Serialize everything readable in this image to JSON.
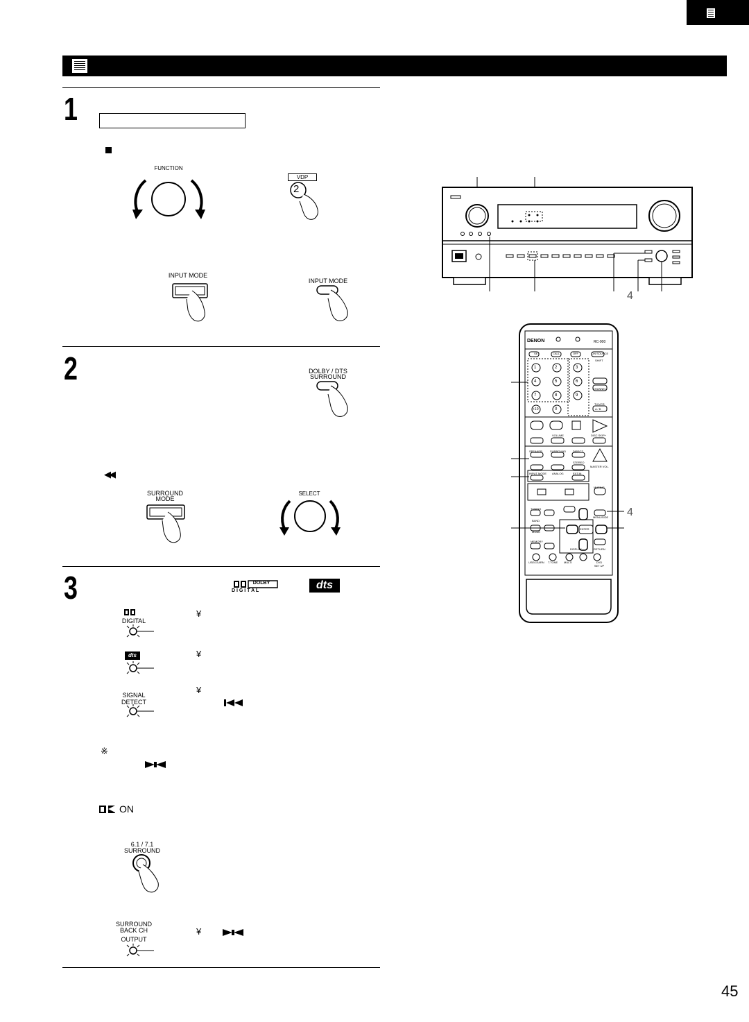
{
  "header": {
    "tab_icon": "language-flag-icon",
    "bar_icon": "section-flag-icon"
  },
  "steps": [
    {
      "number": "1"
    },
    {
      "number": "2"
    },
    {
      "number": "3"
    }
  ],
  "step1": {
    "function_label": "FUNCTION",
    "vdp_label": "VDP",
    "vdp_key": "2",
    "input_mode_left": "INPUT MODE",
    "input_mode_right": "INPUT MODE"
  },
  "step2": {
    "dolby_dts_label": "DOLBY / DTS",
    "surround_label": "SURROUND",
    "rewind_glyph": "◀◀",
    "surround_mode_line1": "SURROUND",
    "surround_mode_line2": "MODE",
    "select_label": "SELECT"
  },
  "step3": {
    "dolby_logo_text": "DOLBY",
    "dolby_digital_text": "D I G I T A L",
    "dts_logo_text": "dts",
    "digital_label": "DIGITAL",
    "yen1": "¥",
    "yen2": "¥",
    "yen3": "¥",
    "signal_label": "SIGNAL",
    "detect_label": "DETECT",
    "note_mark": "※",
    "denon_logo_suffix": "ON",
    "six_one_label": "6.1 / 7.1",
    "six_one_surround": "SURROUND",
    "sbch_line1": "SURROUND",
    "sbch_line2": "BACK CH",
    "sbch_line3": "OUTPUT",
    "yen4": "¥"
  },
  "receiver": {
    "callout_four": "4"
  },
  "remote": {
    "brand": "DENON",
    "model": "RC-900",
    "callout_four": "4",
    "labels": {
      "set": "SET",
      "call": "CALL",
      "off": "OFF",
      "on_source": "ON SOURCE",
      "shift": "SHIFT",
      "channel": "CHANNEL",
      "tvvcr": "TV/VCR",
      "volume": "VOLUME",
      "disc_skip": "DISC SKIP+",
      "speaker": "SPEAKER",
      "surround": "SURROUND",
      "direct": "DIRECT",
      "stereo": "STEREO",
      "master_vol": "MASTER VOL.",
      "input_mode": "INPUT MODE",
      "analog": "ANALOG",
      "ext_in": "EXT.IN",
      "muting": "MUTING",
      "tuning": "TUNING",
      "band": "BAND",
      "mode": "MODE",
      "memory": "MEMORY",
      "enter": "ENTER",
      "display": "DISPLAY",
      "return": "RETURN",
      "use_learn": "USE/LEARN",
      "t_tone": "T.TONE",
      "multi": "MULTI",
      "dvd_setup": "DVD SET UP",
      "menu_side": "MENU/SIDE",
      "k1": "1",
      "k2": "2",
      "k3": "3",
      "k4": "4",
      "k5": "5",
      "k6": "6",
      "k7": "7",
      "k8": "8",
      "k9": "9",
      "k10": "+10",
      "k0": "0",
      "kab": "A / B"
    }
  },
  "page_number": "45"
}
